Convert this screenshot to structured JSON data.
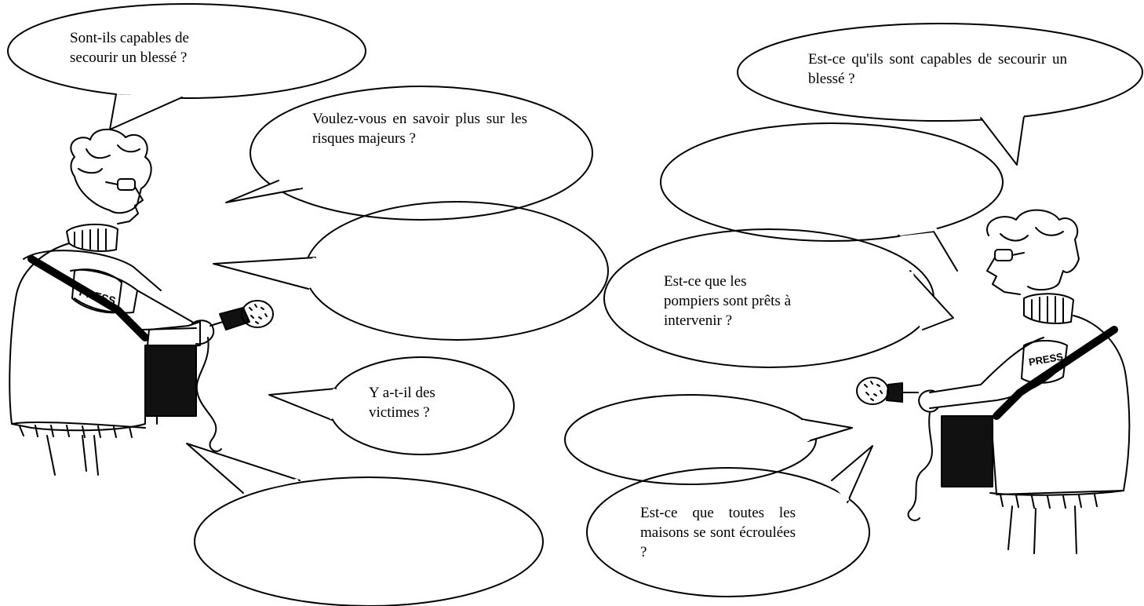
{
  "colors": {
    "ink": "#000000",
    "paper": "#ffffff"
  },
  "bubbles": {
    "left_top": "Sont-ils capables de\nsecourir un blessé ?",
    "left_savoir": "Voulez-vous en savoir plus sur les risques majeurs ?",
    "left_empty_middle": "",
    "left_victimes": "Y a-t-il des\nvictimes ?",
    "left_empty_bottom": "",
    "right_top": "Est-ce qu'ils sont capables de secourir un blessé ?",
    "right_empty_upper": "",
    "right_pompiers": "Est-ce que les\npompiers sont prêts à\nintervenir ?",
    "right_empty_lower": "",
    "right_maisons": "Est-ce que toutes les maisons se sont écroulées ?"
  },
  "figures": {
    "left_armband": "PRESS",
    "right_armband": "PRESS"
  }
}
